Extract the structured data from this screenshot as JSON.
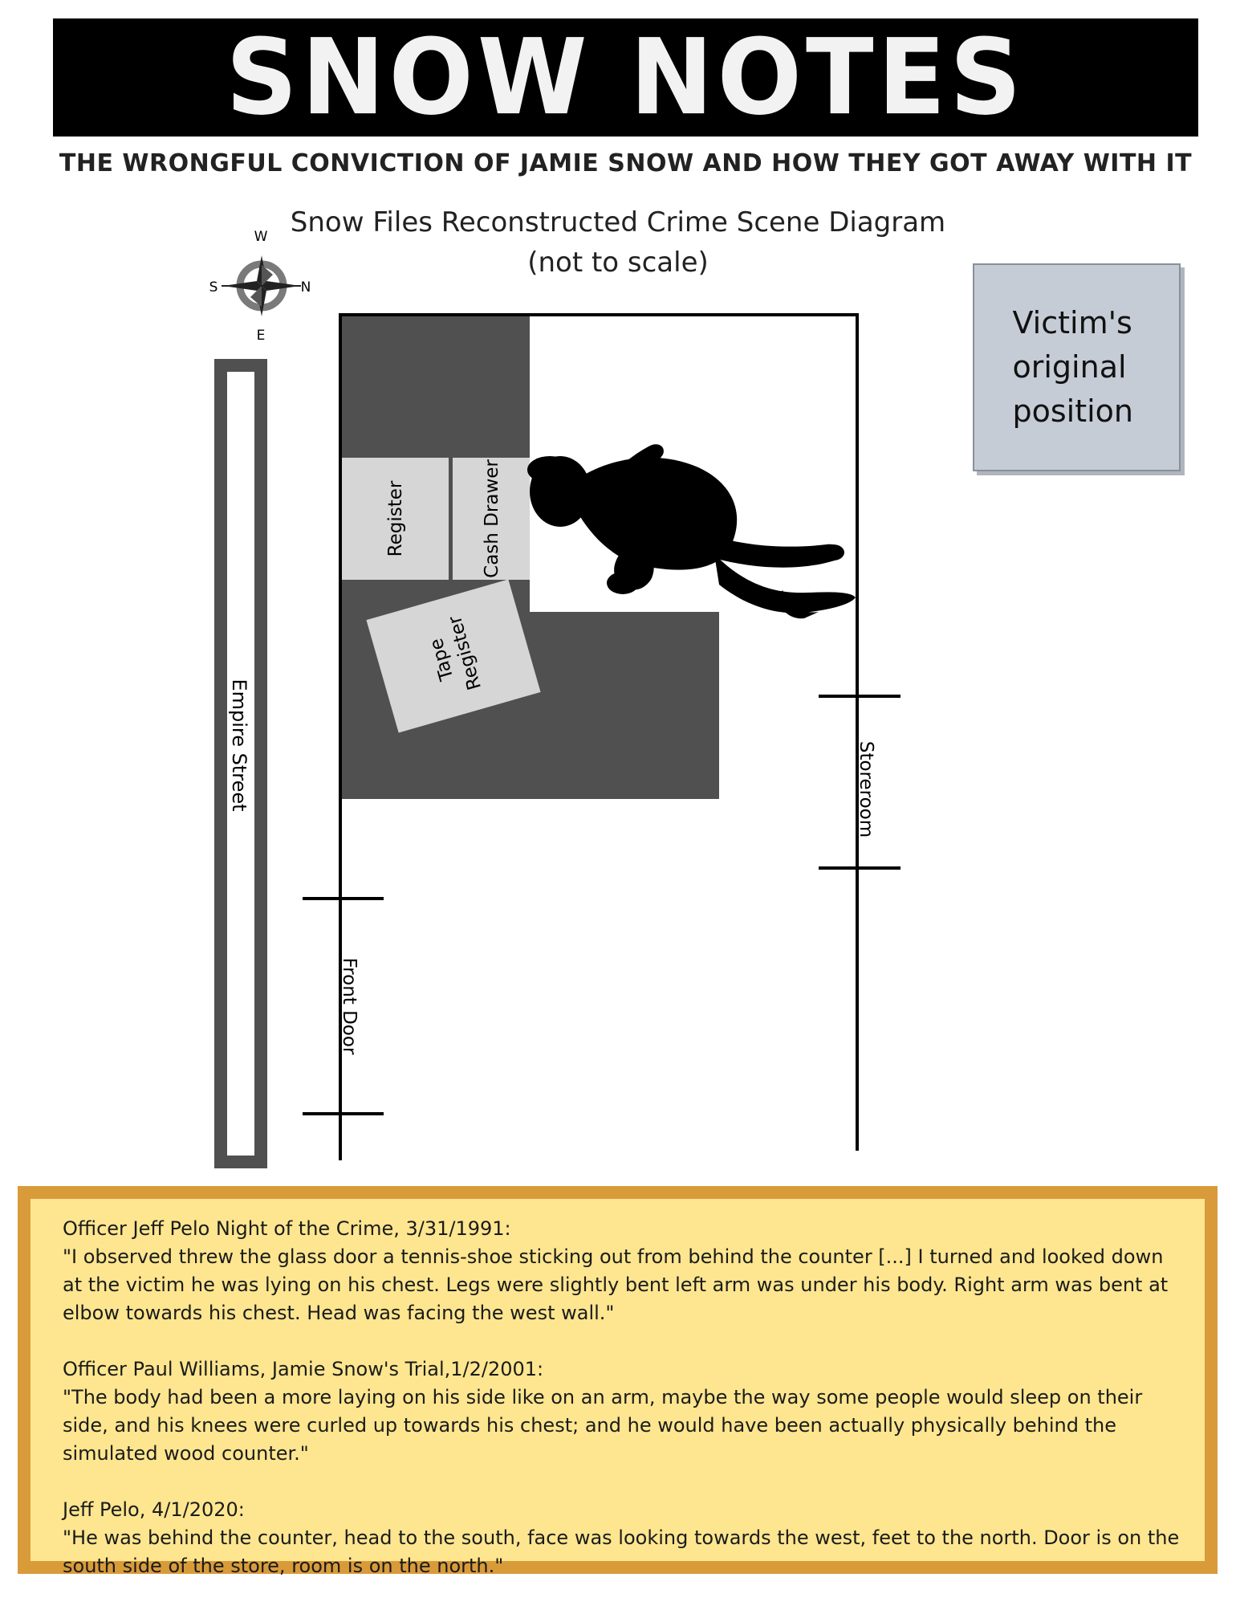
{
  "header": {
    "title": "SNOW NOTES",
    "subtitle": "THE WRONGFUL CONVICTION OF JAMIE SNOW AND HOW THEY GOT AWAY WITH IT"
  },
  "diagram": {
    "title_line1": "Snow Files Reconstructed  Crime Scene Diagram",
    "title_line2": "(not to scale)",
    "compass": {
      "w": "W",
      "s": "S",
      "n": "N",
      "e": "E"
    },
    "labels": {
      "street": "Empire Street",
      "register": "Register",
      "cash_drawer": "Cash Drawer",
      "tape_register_1": "Tape",
      "tape_register_2": "Register",
      "storeroom": "Storeroom",
      "front_door": "Front Door"
    },
    "legend": "Victim's original position",
    "colors": {
      "counter": "#505050",
      "equipment": "#d6d6d6",
      "legend_box": "#c6ccd6",
      "notes_background": "#fde68f",
      "notes_border": "#d99b3a"
    }
  },
  "testimonies": [
    {
      "heading": "Officer Jeff Pelo Night of the Crime, 3/31/1991:",
      "quote": "\"I observed threw the glass door a tennis-shoe sticking out from behind the counter [...] I turned and looked down at the victim he was lying on his chest. Legs were slightly bent left arm was under his body. Right arm was bent at elbow towards his chest. Head was facing the west wall.\""
    },
    {
      "heading": "Officer Paul Williams, Jamie Snow's Trial,1/2/2001:",
      "quote": "\"The body had been a more laying on his side like on an arm, maybe the way some people would sleep on their side, and his knees were curled up towards his chest; and he would have been actually physically behind the simulated wood counter.\""
    },
    {
      "heading": "Jeff Pelo, 4/1/2020:",
      "quote": "\"He was behind the counter, head to the south, face was looking towards the west, feet to the north. Door is on the south side of the store, room is on the north.\""
    }
  ]
}
